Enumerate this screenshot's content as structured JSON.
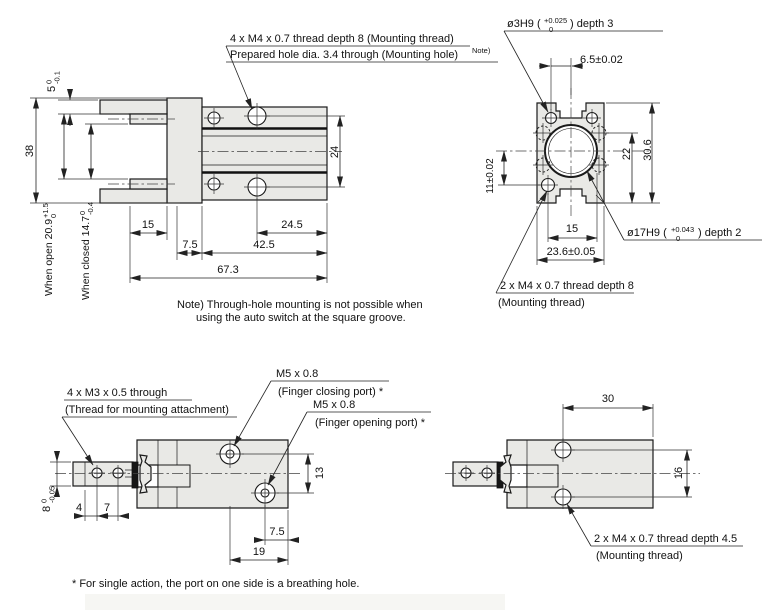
{
  "drawing": {
    "note_line1": "Note) Through-hole mounting is not possible when",
    "note_line2": "using the auto switch at the square groove.",
    "footnote": "* For single action, the port on one side is a breathing hole."
  },
  "colors": {
    "body_fill": "#e9e9e6",
    "line": "#1a1a1a"
  },
  "side_view": {
    "callout_mount_thread": "4 x M4 x 0.7 thread depth 8 (Mounting thread)",
    "callout_mount_hole": "Prepared hole dia. 3.4 through (Mounting hole)",
    "callout_mount_hole_sup": "Note)",
    "dim_5": {
      "value": "5",
      "tol_upper": "0",
      "tol_lower": "-0.1"
    },
    "dim_38": "38",
    "dim_open": {
      "label": "When open 20.9",
      "tol_upper": "+1.5",
      "tol_lower": "0"
    },
    "dim_closed": {
      "label": "When closed 14.7",
      "tol_upper": "0",
      "tol_lower": "-0.4"
    },
    "dim_24": "24",
    "dim_15": "15",
    "dim_7_5": "7.5",
    "dim_24_5": "24.5",
    "dim_42_5": "42.5",
    "dim_67_3": "67.3"
  },
  "front_view": {
    "callout_pin": {
      "prefix": "ø3H9 (",
      "tol_upper": "+0.025",
      "tol_lower": "0",
      "suffix": ") depth 3"
    },
    "callout_bore": {
      "prefix": "ø17H9 (",
      "tol_upper": "+0.043",
      "tol_lower": "0",
      "suffix": ") depth 2"
    },
    "callout_thread_line1": "2 x M4 x 0.7 thread depth 8",
    "callout_thread_line2": "(Mounting thread)",
    "dim_6_5": "6.5±0.02",
    "dim_22": "22",
    "dim_30_6": "30.6",
    "dim_11": "11±0.02",
    "dim_15": "15",
    "dim_23_6": "23.6±0.05"
  },
  "top_view": {
    "callout_attach_line1": "4 x M3 x 0.5 through",
    "callout_attach_line2": "(Thread for mounting attachment)",
    "callout_close_line1": "M5 x 0.8",
    "callout_close_line2": "(Finger closing port) *",
    "callout_open_line1": "M5 x 0.8",
    "callout_open_line2": "(Finger opening port) *",
    "dim_8": {
      "value": "8",
      "tol_upper": "0",
      "tol_lower": "-0.05"
    },
    "dim_4": "4",
    "dim_7": "7",
    "dim_13": "13",
    "dim_7_5": "7.5",
    "dim_19": "19"
  },
  "end_view": {
    "callout_thread_line1": "2 x M4 x 0.7 thread depth 4.5",
    "callout_thread_line2": "(Mounting thread)",
    "dim_30": "30",
    "dim_16": "16"
  }
}
